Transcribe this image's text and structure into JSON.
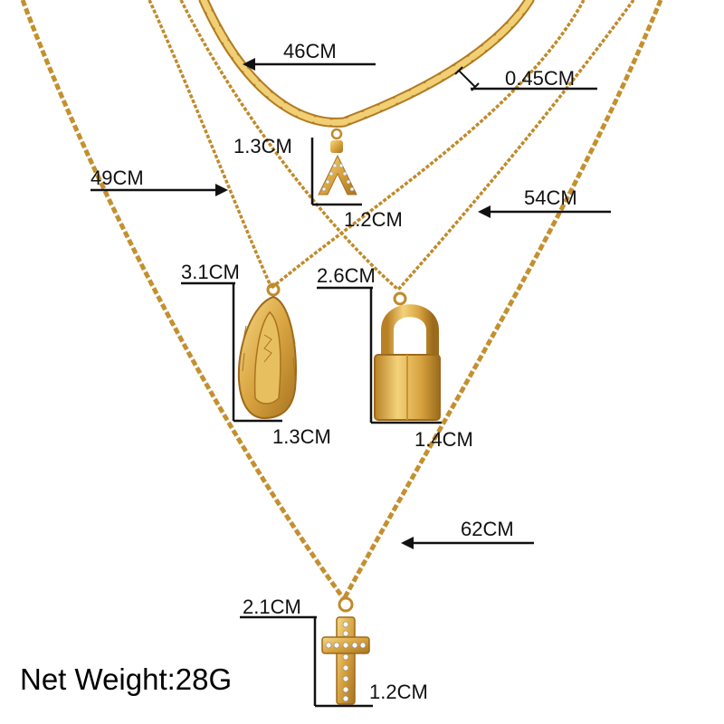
{
  "colors": {
    "background": "#ffffff",
    "gold": "#d9a441",
    "gold_light": "#f3d27a",
    "gold_dark": "#a8741f",
    "annotation": "#111111"
  },
  "labels": {
    "length_46": "46CM",
    "width_045": "0.45CM",
    "height_a": "1.3CM",
    "width_a": "1.2CM",
    "length_49": "49CM",
    "length_54": "54CM",
    "height_virgin": "3.1CM",
    "width_virgin": "1.3CM",
    "height_lock": "2.6CM",
    "width_lock": "1.4CM",
    "length_62": "62CM",
    "height_cross": "2.1CM",
    "width_cross": "1.2CM"
  },
  "net_weight": "Net Weight:28G",
  "pendants": {
    "letter": "A"
  }
}
